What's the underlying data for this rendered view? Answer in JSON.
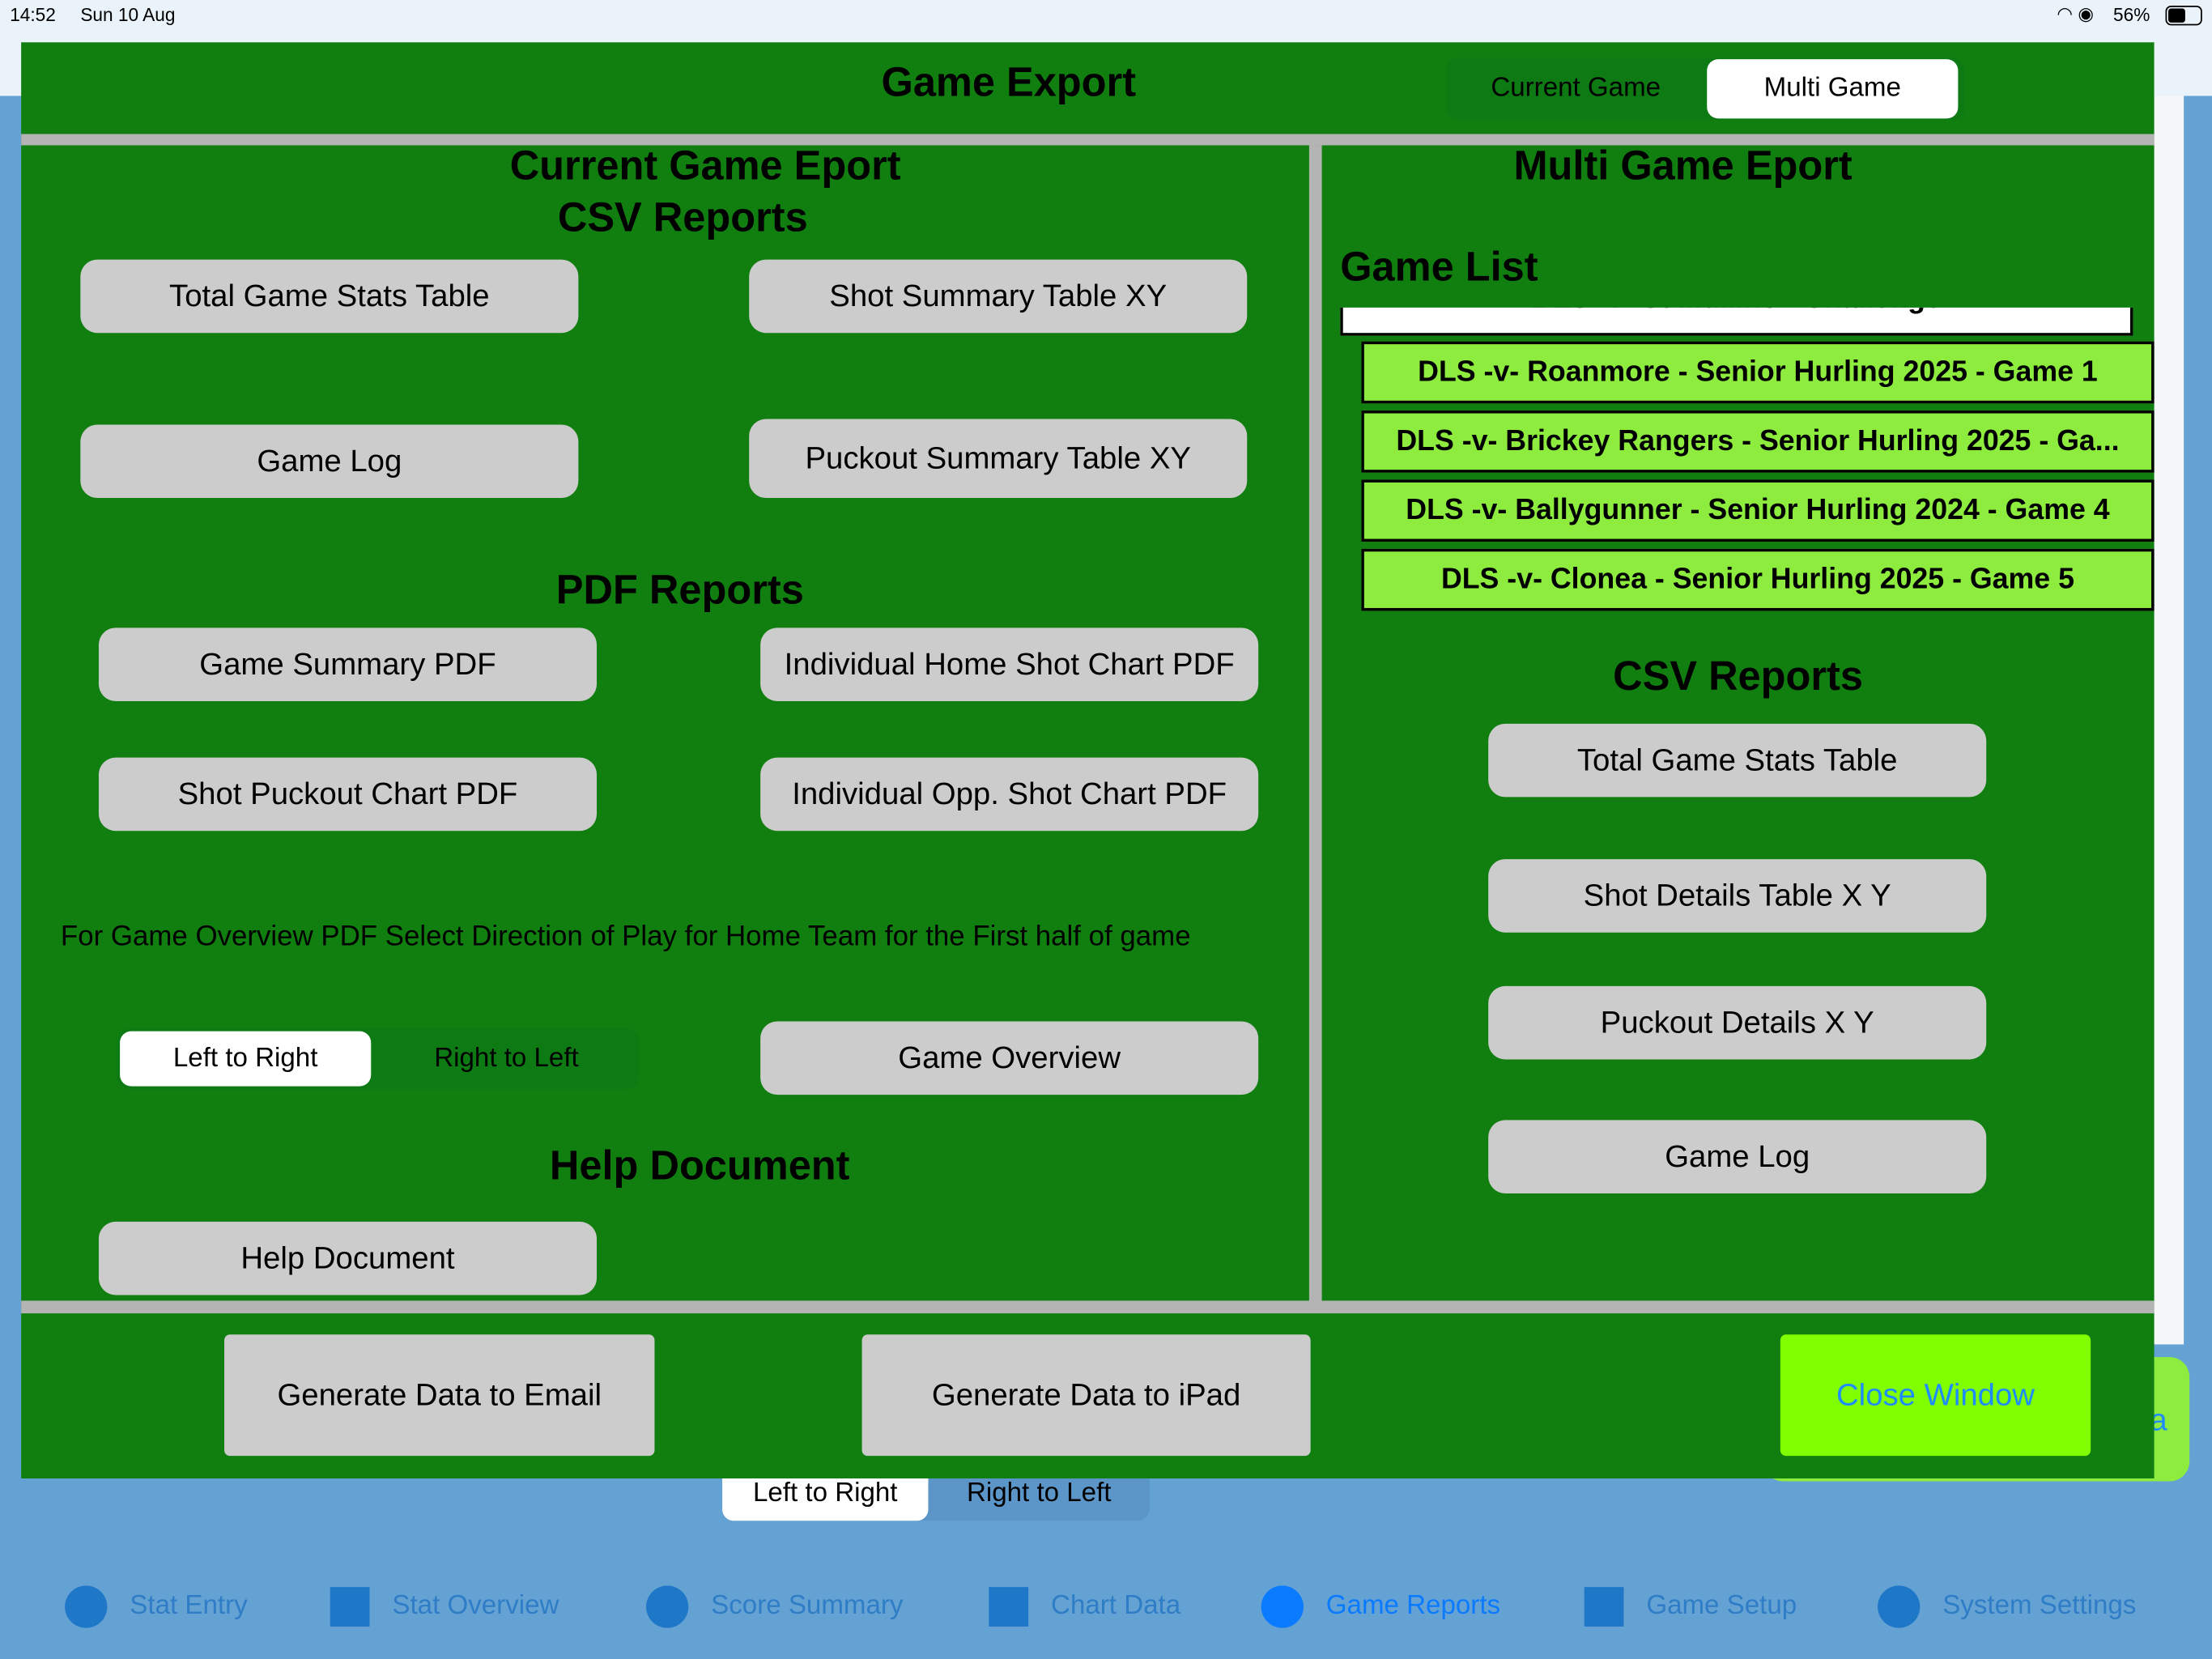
{
  "status_bar": {
    "time": "14:52",
    "date": "Sun 10 Aug",
    "battery": "56%"
  },
  "background": {
    "segment": [
      "Left to Right",
      "Right to Left"
    ],
    "partial_button_text": "a",
    "tabs": [
      {
        "label": "Stat Entry",
        "icon": "circle"
      },
      {
        "label": "Stat Overview",
        "icon": "square"
      },
      {
        "label": "Score Summary",
        "icon": "circle"
      },
      {
        "label": "Chart Data",
        "icon": "square"
      },
      {
        "label": "Game Reports",
        "icon": "circle",
        "active": true
      },
      {
        "label": "Game Setup",
        "icon": "square"
      },
      {
        "label": "System Settings",
        "icon": "circle"
      }
    ]
  },
  "modal": {
    "title": "Game Export",
    "mode_segment": {
      "options": [
        "Current Game",
        "Multi Game"
      ],
      "selected": "Multi Game"
    },
    "left": {
      "heading": "Current Game Eport",
      "csv_heading": "CSV Reports",
      "csv_buttons": [
        "Total Game Stats Table",
        "Shot Summary Table XY",
        "Game Log",
        "Puckout Summary Table XY"
      ],
      "pdf_heading": "PDF Reports",
      "pdf_buttons": [
        "Game Summary PDF",
        "Individual Home Shot Chart PDF",
        "Shot Puckout Chart PDF",
        "Individual Opp. Shot Chart PDF"
      ],
      "direction_note": "For Game Overview PDF Select Direction of Play for Home Team for the First half of game",
      "direction_segment": {
        "options": [
          "Left to Right",
          "Right to Left"
        ],
        "selected": "Left to Right"
      },
      "overview_button": "Game Overview",
      "help_heading": "Help Document",
      "help_button": "Help Document"
    },
    "right": {
      "heading": "Multi Game Eport",
      "list_heading": "Game List",
      "games": [
        {
          "label": "DLS -v- St Mullins - Challenge",
          "selected": false
        },
        {
          "label": "DLS -v- Roanmore - Senior Hurling 2025  - Game 1",
          "selected": true
        },
        {
          "label": "DLS -v- Brickey Rangers - Senior Hurling 2025 - Ga...",
          "selected": true
        },
        {
          "label": "DLS -v- Ballygunner - Senior Hurling 2024 - Game 4",
          "selected": true
        },
        {
          "label": "DLS -v- Clonea - Senior Hurling 2025 - Game 5",
          "selected": true
        }
      ],
      "csv_heading": "CSV Reports",
      "csv_buttons": [
        "Total Game Stats Table",
        "Shot Details Table X Y",
        "Puckout Details X Y",
        "Game Log"
      ]
    },
    "footer": {
      "email_button": "Generate Data to Email",
      "ipad_button": "Generate Data to iPad",
      "close_button": "Close Window"
    }
  },
  "colors": {
    "panel": "#107f10",
    "selected_row": "#8dec3e",
    "close_button": "#80ff00",
    "close_text": "#1e8bff",
    "tab_active": "#0a7aff"
  }
}
